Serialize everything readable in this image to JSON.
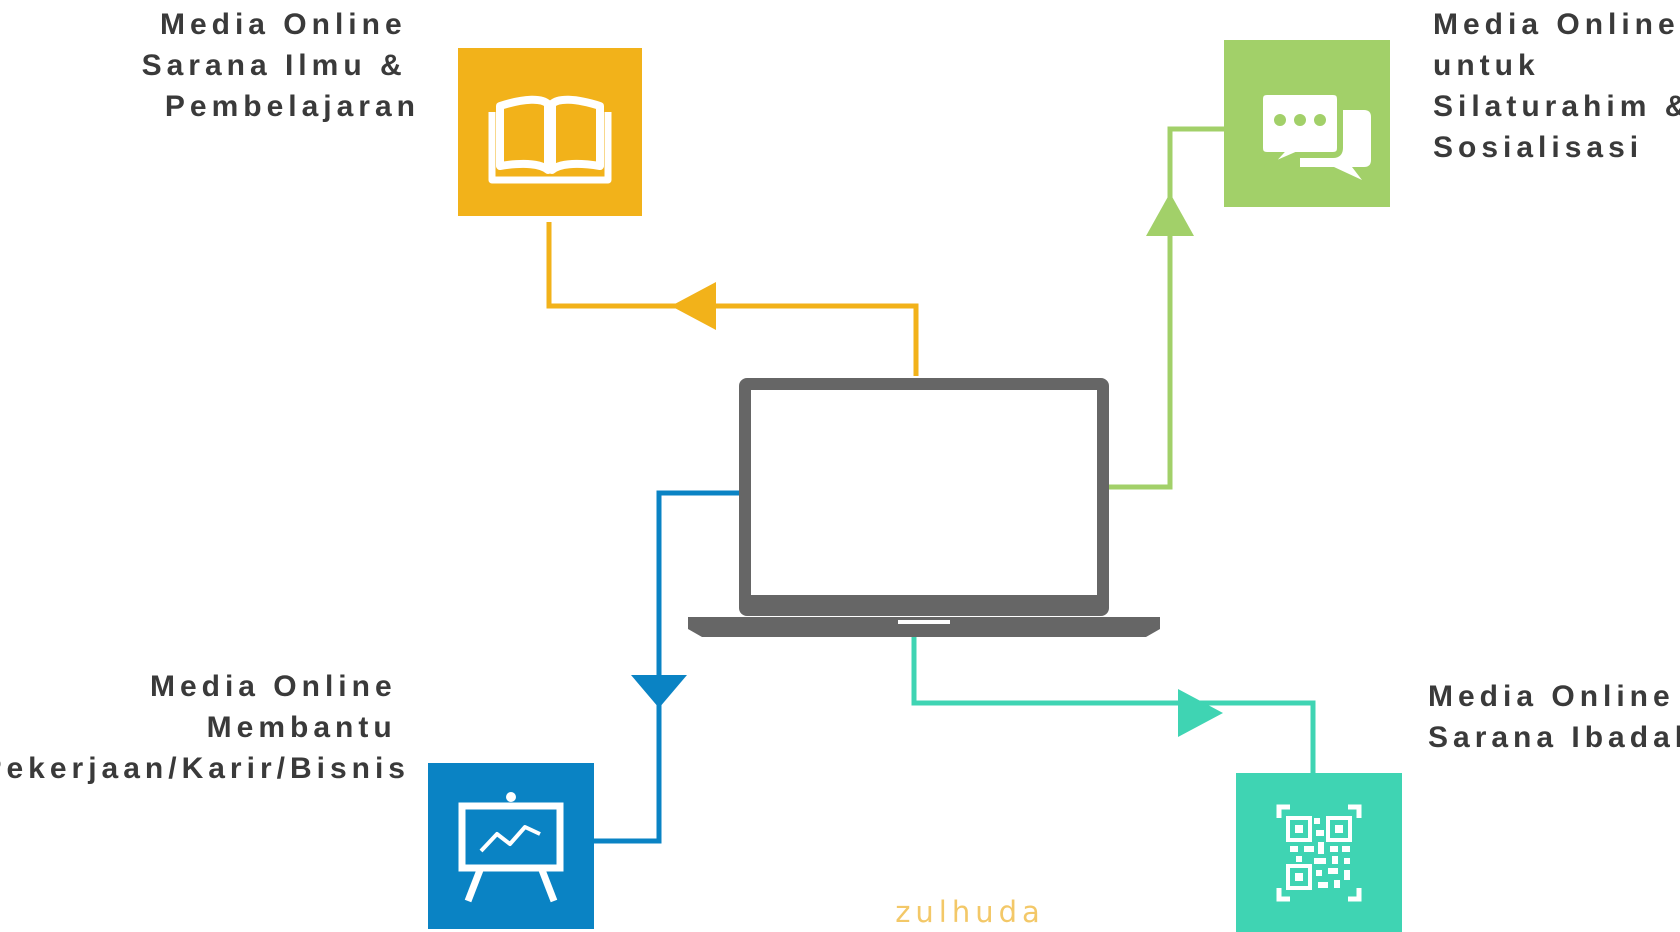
{
  "colors": {
    "learning": "#f2b21a",
    "social": "#a2d069",
    "career": "#0a83c4",
    "worship": "#3fd4b3",
    "laptop": "#666666",
    "text": "#3a3a3a",
    "credit": "#f3c868"
  },
  "center": {
    "icon": "laptop-icon"
  },
  "nodes": {
    "learning": {
      "icon": "open-book-icon",
      "lines": [
        "Media Online",
        "Sarana Ilmu &",
        "Pembelajaran"
      ]
    },
    "social": {
      "icon": "chat-bubbles-icon",
      "lines": [
        "Media Online",
        "untuk",
        "Silaturahim &",
        "Sosialisasi"
      ]
    },
    "career": {
      "icon": "presentation-board-icon",
      "lines": [
        "Media Online",
        "Membantu",
        "Pekerjaan/Karir/Bisnis"
      ]
    },
    "worship": {
      "icon": "qr-code-icon",
      "lines": [
        "Media Online",
        "Sarana Ibadah"
      ]
    }
  },
  "credit": "zulhuda"
}
